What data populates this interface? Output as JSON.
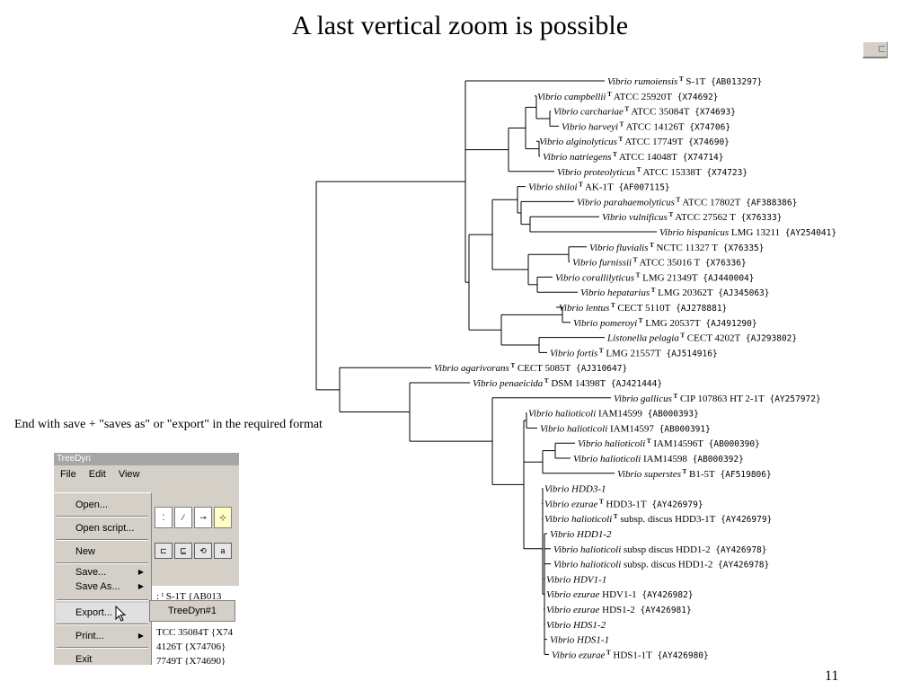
{
  "slide": {
    "title": "A last vertical zoom is possible",
    "caption": "End with save + \"saves as\" or \"export\" in the required format",
    "page_number": "11"
  },
  "tree": {
    "leaves": [
      {
        "genus": "Vibrio",
        "species": "rumoiensis",
        "strain": "S-1T",
        "acc": "{AB013297}"
      },
      {
        "genus": "Vibrio",
        "species": "campbellii",
        "strain": "ATCC 25920T",
        "acc": "{X74692}"
      },
      {
        "genus": "Vibrio",
        "species": "carchariae",
        "strain": "ATCC 35084T",
        "acc": "{X74693}"
      },
      {
        "genus": "Vibrio",
        "species": "harveyi",
        "strain": "ATCC 14126T",
        "acc": "{X74706}"
      },
      {
        "genus": "Vibrio",
        "species": "alginolyticus",
        "strain": "ATCC 17749T",
        "acc": "{X74690}"
      },
      {
        "genus": "Vibrio",
        "species": "natriegens",
        "strain": "ATCC 14048T",
        "acc": "{X74714}"
      },
      {
        "genus": "Vibrio",
        "species": "proteolyticus",
        "strain": "ATCC 15338T",
        "acc": "{X74723}"
      },
      {
        "genus": "Vibrio",
        "species": "shiloi",
        "strain": "AK-1T",
        "acc": "{AF007115}"
      },
      {
        "genus": "Vibrio",
        "species": "parahaemolyticus",
        "strain": "ATCC 17802T",
        "acc": "{AF388386}"
      },
      {
        "genus": "Vibrio",
        "species": "vulnificus",
        "strain": "ATCC 27562 T",
        "acc": "{X76333}"
      },
      {
        "genus": "Vibrio",
        "species": "hispanicus",
        "strain": "LMG 13211",
        "acc": "{AY254041}"
      },
      {
        "genus": "Vibrio",
        "species": "fluvialis",
        "strain": "NCTC 11327 T",
        "acc": "{X76335}"
      },
      {
        "genus": "Vibrio",
        "species": "furnissii",
        "strain": "ATCC 35016 T",
        "acc": "{X76336}"
      },
      {
        "genus": "Vibrio",
        "species": "corallilyticus",
        "strain": "LMG 21349T",
        "acc": "{AJ440004}"
      },
      {
        "genus": "Vibrio",
        "species": "hepatarius",
        "strain": "LMG 20362T",
        "acc": "{AJ345063}"
      },
      {
        "genus": "Vibrio",
        "species": "lentus",
        "strain": "CECT 5110T",
        "acc": "{AJ278881}"
      },
      {
        "genus": "Vibrio",
        "species": "pomeroyi",
        "strain": "LMG 20537T",
        "acc": "{AJ491290}"
      },
      {
        "genus": "Listonella",
        "species": "pelagia",
        "strain": "CECT 4202T",
        "acc": "{AJ293802}"
      },
      {
        "genus": "Vibrio",
        "species": "fortis",
        "strain": "LMG 21557T",
        "acc": "{AJ514916}"
      },
      {
        "genus": "Vibrio",
        "species": "agarivorans",
        "strain": "CECT 5085T",
        "acc": "{AJ310647}"
      },
      {
        "genus": "Vibrio",
        "species": "penaeicida",
        "strain": "DSM 14398T",
        "acc": "{AJ421444}"
      },
      {
        "genus": "Vibrio",
        "species": "gallicus",
        "strain": "CIP 107863 HT 2-1T",
        "acc": "{AY257972}"
      },
      {
        "genus": "Vibrio",
        "species": "halioticoli",
        "strain": "IAM14599",
        "acc": "{AB000393}"
      },
      {
        "genus": "Vibrio",
        "species": "halioticoli",
        "strain": "IAM14597",
        "acc": "{AB000391}"
      },
      {
        "genus": "Vibrio",
        "species": "halioticoli",
        "strain": "IAM14596T",
        "acc": "{AB000390}"
      },
      {
        "genus": "Vibrio",
        "species": "halioticoli",
        "strain": "IAM14598",
        "acc": "{AB000392}"
      },
      {
        "genus": "Vibrio",
        "species": "superstes",
        "strain": "B1-5T",
        "acc": "{AF519806}"
      },
      {
        "genus": "Vibrio",
        "species": "HDD3-1",
        "strain": "",
        "acc": ""
      },
      {
        "genus": "Vibrio",
        "species": "ezurae",
        "strain": "HDD3-1T",
        "acc": "{AY426979}"
      },
      {
        "genus": "Vibrio",
        "species": "halioticoli",
        "strain": "subsp. discus HDD3-1T",
        "acc": "{AY426979}"
      },
      {
        "genus": "Vibrio",
        "species": "HDD1-2",
        "strain": "",
        "acc": ""
      },
      {
        "genus": "Vibrio",
        "species": "halioticoli",
        "strain": "subsp discus HDD1-2",
        "acc": "{AY426978}"
      },
      {
        "genus": "Vibrio",
        "species": "halioticoli",
        "strain": "subsp. discus HDD1-2",
        "acc": "{AY426978}"
      },
      {
        "genus": "Vibrio",
        "species": "HDV1-1",
        "strain": "",
        "acc": ""
      },
      {
        "genus": "Vibrio",
        "species": "ezurae",
        "strain": "HDV1-1",
        "acc": "{AY426982}"
      },
      {
        "genus": "Vibrio",
        "species": "ezurae",
        "strain": "HDS1-2",
        "acc": "{AY426981}"
      },
      {
        "genus": "Vibrio",
        "species": "HDS1-2",
        "strain": "",
        "acc": ""
      },
      {
        "genus": "Vibrio",
        "species": "HDS1-1",
        "strain": "",
        "acc": ""
      },
      {
        "genus": "Vibrio",
        "species": "ezurae",
        "strain": "HDS1-1T",
        "acc": "{AY426980}"
      }
    ],
    "type_marks": [
      0,
      1,
      2,
      3,
      4,
      5,
      6,
      7,
      8,
      9,
      11,
      12,
      13,
      14,
      15,
      16,
      17,
      18,
      19,
      20,
      21,
      24,
      26,
      28,
      29,
      38
    ],
    "type_symbol": "T"
  },
  "treedyn": {
    "window_title": "TreeDyn",
    "menubar": [
      "File",
      "Edit",
      "View"
    ],
    "file_menu": {
      "open": "Open...",
      "open_script": "Open script...",
      "new": "New",
      "save": "Save...",
      "save_as": "Save As...",
      "export": "Export...",
      "print": "Print...",
      "exit": "Exit"
    },
    "submenu_item": "TreeDyn#1",
    "toolbar_glyphs": [
      "⁚",
      "⁄",
      "⊸",
      "⊹"
    ],
    "tab_glyphs": [
      "⊏",
      "⊑",
      "⟲",
      "a"
    ],
    "background_text": [
      ": ᴵ S-1T {AB013",
      "TCC 35084T {X74",
      "4126T {X74706}",
      "7749T {X74690}"
    ]
  }
}
